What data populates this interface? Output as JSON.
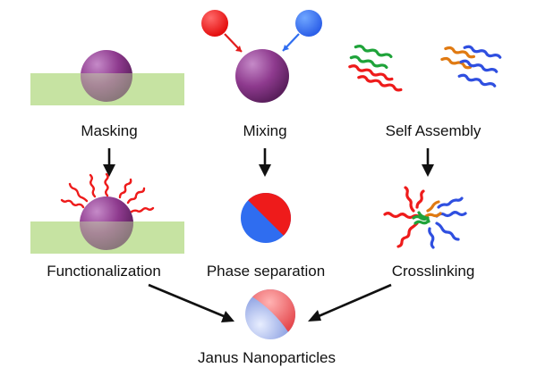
{
  "labels": {
    "masking": "Masking",
    "mixing": "Mixing",
    "self_assembly": "Self Assembly",
    "functionalization": "Functionalization",
    "phase_separation": "Phase separation",
    "crosslinking": "Crosslinking",
    "janus": "Janus Nanoparticles"
  },
  "colors": {
    "purple": "#8a2e8a",
    "substrate": "#c6e3a2",
    "red": "#ee1b1b",
    "blue": "#2f6df0",
    "green": "#1fa33a",
    "orange": "#e07a12",
    "arrow": "#111111"
  }
}
